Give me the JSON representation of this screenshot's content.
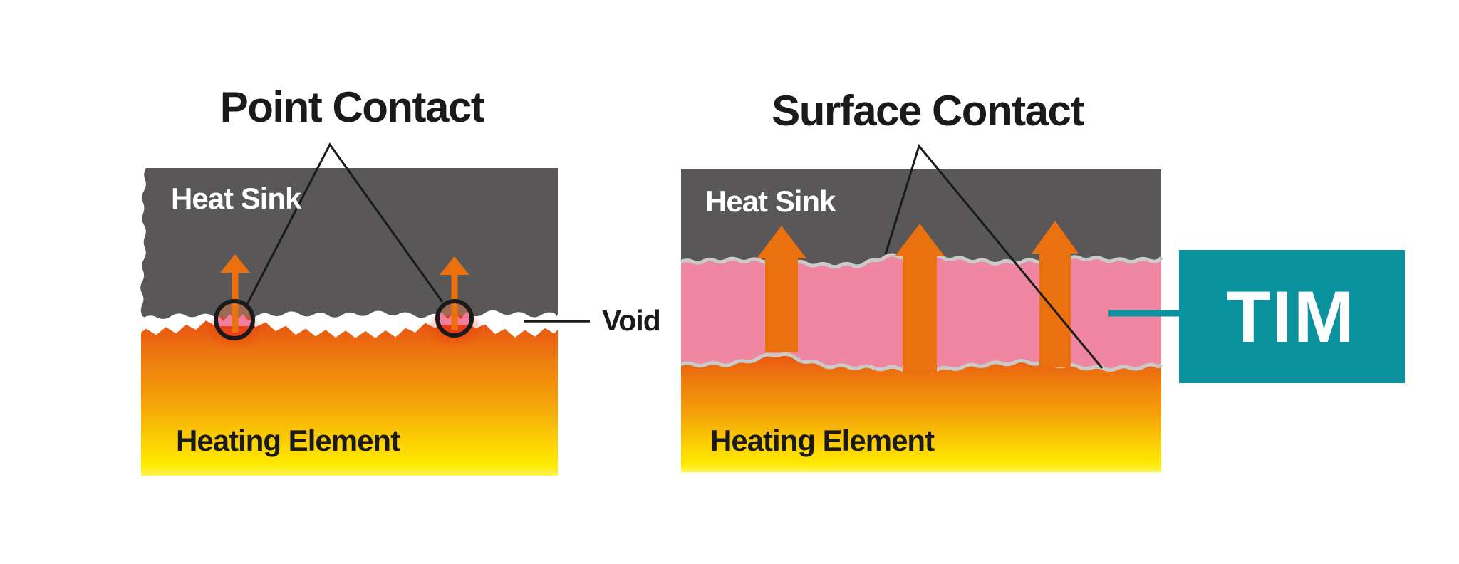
{
  "left_panel": {
    "title": "Point Contact",
    "heat_sink_label": "Heat Sink",
    "heating_element_label": "Heating Element",
    "void_label": "Void"
  },
  "right_panel": {
    "title": "Surface Contact",
    "heat_sink_label": "Heat Sink",
    "heating_element_label": "Heating Element"
  },
  "tim_callout": {
    "label": "TIM"
  },
  "colors": {
    "background": "#FFFFFF",
    "heat_sink_gray": "#595757",
    "tim_pink": "#EF87A3",
    "interface_border_gray": "#C9CACA",
    "tim_teal": "#0B929F",
    "arrow_orange": "#EB700E",
    "heating_gradient_top": "#E85413",
    "heating_gradient_bottom": "#FFF100",
    "annotation_black": "#1A1A1A",
    "contact_spot_red": "#E8421C",
    "contact_spot_pink": "#F27E9E",
    "contact_spot_brown": "#9E6B52"
  }
}
